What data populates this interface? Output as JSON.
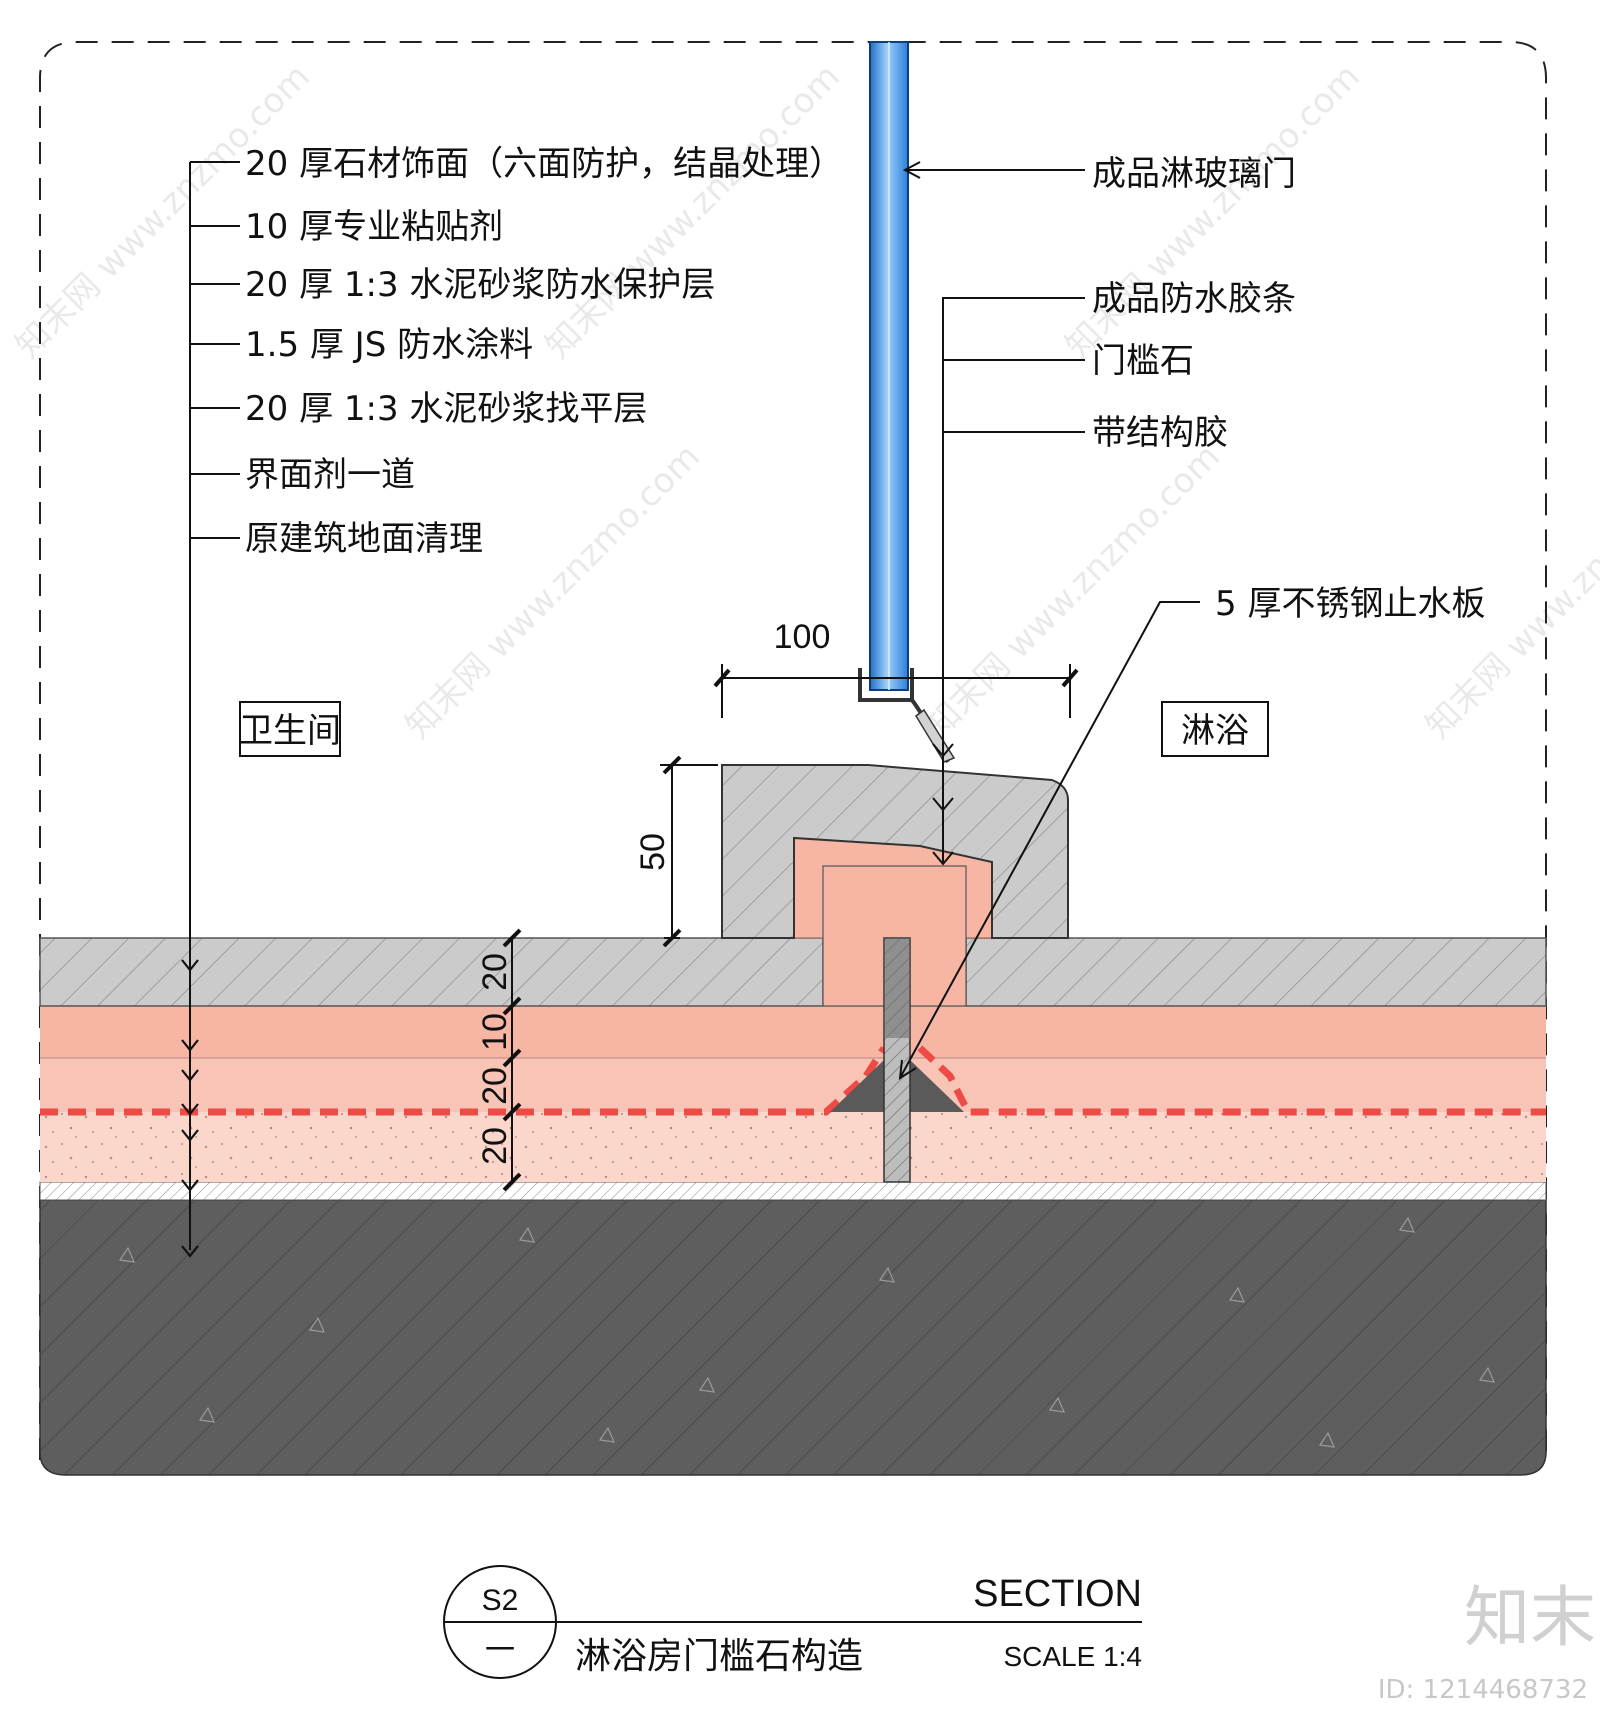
{
  "left_labels": [
    "20 厚石材饰面（六面防护，结晶处理）",
    "10 厚专业粘贴剂",
    "20 厚 1:3 水泥砂浆防水保护层",
    "1.5 厚 JS  防水涂料",
    "20 厚 1:3 水泥砂浆找平层",
    "界面剂一道",
    "原建筑地面清理"
  ],
  "right_labels": {
    "glass_door": "成品淋玻璃门",
    "seal_strip": "成品防水胶条",
    "threshold": "门槛石",
    "structural_glue": "带结构胶",
    "stop_plate": "5 厚不锈钢止水板"
  },
  "rooms": {
    "left": "卫生间",
    "right": "淋浴"
  },
  "dimensions": {
    "width": "100",
    "height": "50",
    "layers": [
      "20",
      "10",
      "20",
      "20"
    ]
  },
  "title_block": {
    "symbol_top": "S2",
    "symbol_bottom": "一",
    "section": "SECTION",
    "name": "淋浴房门槛石构造",
    "scale": "SCALE 1:4"
  },
  "watermark": {
    "text": "知末网 www.znzmo.com",
    "logo": "知末",
    "id": "ID: 1214468732"
  },
  "colors": {
    "stone": "#c8c8c8",
    "mortar": "#f6b8a6",
    "screed": "#fad6cb",
    "waterproof": "#ee4a46",
    "slab": "#5c5c5c",
    "glass": "#3d8fe0"
  }
}
